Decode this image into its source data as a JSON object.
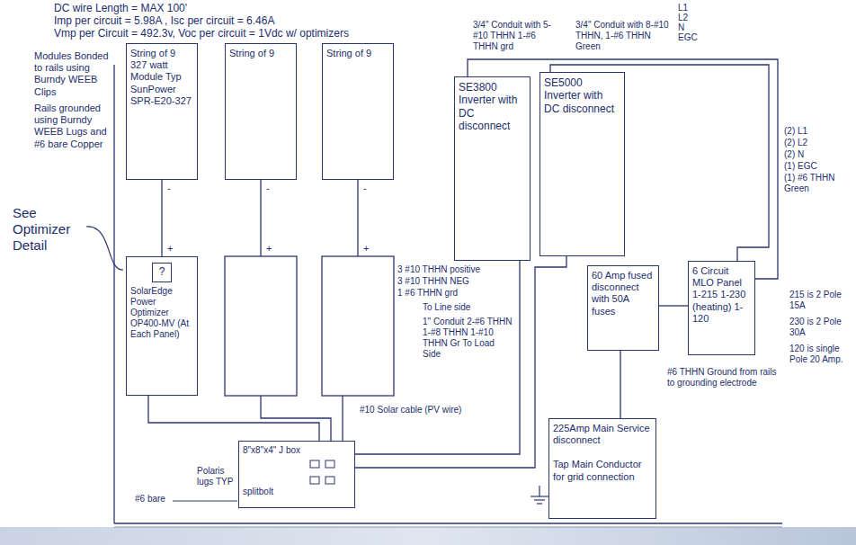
{
  "diagram": {
    "nodes": [
      {
        "text": [
          "String of 9 327 watt Module Typ SunPower SPR-E20-327"
        ]
      },
      {
        "text": [
          "String of 9"
        ]
      },
      {
        "text": [
          "String of 9"
        ]
      },
      {
        "text": [
          "SolarEdge Power Optimizer OP400-MV (At Each Panel)"
        ]
      },
      {
        "text": [
          "?"
        ],
        "in": 3
      },
      {
        "text": [
          "SE3800 Inverter with DC disconnect"
        ]
      },
      {
        "text": [
          "SE5000 Inverter with DC disconnect"
        ]
      },
      {
        "text": [
          "60 Amp fused disconnect with 50A fuses"
        ]
      },
      {
        "text": [
          "6 Circuit MLO Panel 1-215 1-230 (heating) 1-120"
        ]
      },
      {
        "text": [
          "8\"x8\"x4\" J box",
          "splitbolt"
        ]
      },
      {
        "text": [
          "225Amp Main Service disconnect",
          "Tap Main Conductor for grid connection"
        ]
      }
    ],
    "edges": [
      {
        "from": 0,
        "to": 3,
        "arrow": "none"
      },
      {
        "from": 3,
        "to": 9,
        "arrow": "none"
      },
      {
        "from": 9,
        "to": 5,
        "arrow": "none"
      },
      {
        "from": 9,
        "to": 6,
        "arrow": "none"
      },
      {
        "from": 5,
        "to": 8,
        "arrow": "none"
      },
      {
        "from": 6,
        "to": 8,
        "arrow": "none"
      },
      {
        "from": 8,
        "to": 7,
        "arrow": "none"
      },
      {
        "from": 7,
        "to": 10,
        "arrow": "none"
      }
    ],
    "labels": [
      "DC wire Length = MAX 100'",
      "Imp per circuit = 5.98A , Isc per circuit = 6.46A",
      "Vmp per Circuit = 492.3v, Voc per circuit = 1Vdc w/ optimizers",
      "Modules Bonded to rails using Burndy WEEB Clips",
      "Rails grounded using Burndy WEEB Lugs and #6 bare Copper",
      "See Optimizer Detail",
      "3/4\" Conduit with 5-#10 THHN 1-#6 THHN grd",
      "3/4\" Conduit with 8-#10 THHN, 1-#6 THHN Green",
      "L1",
      "L2",
      "N",
      "EGC",
      "(2) L1",
      "(2) L2",
      "(2) N",
      "(1) EGC",
      "(1) #6 THHN Green",
      "3 #10 THHN positive",
      "3 #10 THHN NEG",
      "1 #6 THHN grd",
      "To Line side",
      "1\" Conduit 2-#6 THHN 1-#8 THHN 1-#10 THHN Gr To Load Side",
      "#10 Solar cable (PV wire)",
      "#6 THHN Ground from rails to grounding electrode",
      "Polaris lugs TYP",
      "#6 bare",
      "215 is 2 Pole 15A",
      "230 is 2 Pole 30A",
      "120 is single Pole 20 Amp.",
      "-",
      "+",
      "-",
      "+",
      "-",
      "+"
    ]
  }
}
